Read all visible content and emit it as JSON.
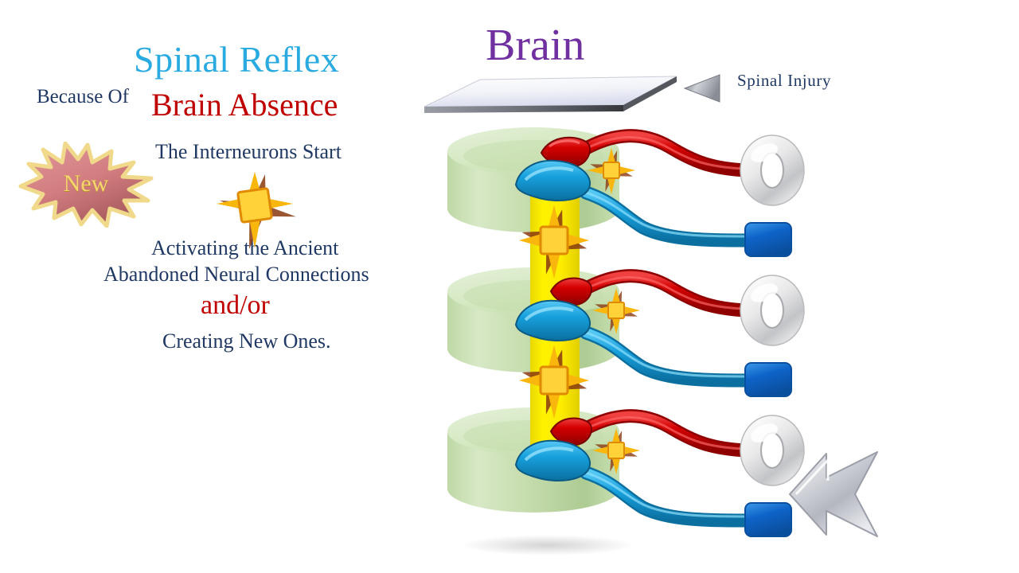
{
  "title_block": {
    "heading": "Spinal Reflex",
    "because_of": "Because Of",
    "brain_absence": "Brain Absence",
    "line_interneurons": "The Interneurons Start",
    "line_activating": "Activating the Ancient",
    "line_abandoned": "Abandoned Neural Connections",
    "line_andor": "and/or",
    "line_creating": "Creating New Ones.",
    "badge_new": "New"
  },
  "diagram": {
    "brain_label": "Brain",
    "injury_label": "Spinal  Injury"
  },
  "colors": {
    "heading_blue": "#29ABE2",
    "body_navy": "#1F3864",
    "accent_red": "#C00000",
    "brain_purple": "#7030A0",
    "vertebra_green": "#CFE3B8",
    "cord_yellow": "#FFE800",
    "dorsal_red": "#D40000",
    "ventral_blue": "#1C9BD8",
    "muscle_blue": "#0E63C8",
    "badge_rose": "#D98082",
    "badge_gold": "#F5D76E",
    "star_gold": "#F9B60D",
    "silver": "#C8CBD2"
  },
  "icons": {
    "badge": "explosion-star",
    "spark": "four-point-star",
    "organ": "sensory-ring",
    "muscle": "muscle-block",
    "pointer_small": "left-triangle",
    "pointer_large": "left-chevron-arrow"
  }
}
